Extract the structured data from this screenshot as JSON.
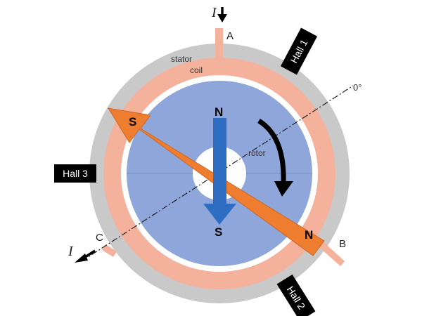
{
  "labels": {
    "stator": "stator",
    "coil": "coil",
    "rotor": "rotor",
    "angle": "0°",
    "current_in": "I",
    "current_out": "I",
    "terminal_a": "A",
    "terminal_b": "B",
    "terminal_c": "C",
    "hall1": "Hall 1",
    "hall2": "Hall 2",
    "hall3": "Hall 3",
    "stator_pole_s": "S",
    "stator_pole_n": "N",
    "rotor_pole_n": "N",
    "rotor_pole_s": "S"
  },
  "colors": {
    "stator": "#c9c9c9",
    "coil": "#f4b19c",
    "rotor": "#8ea6d9",
    "stator_field_arrow": "#ef7d2f",
    "rotor_field_arrow": "#2f6dc3",
    "hall_box": "#000000"
  },
  "icons": {
    "rotation": "curved-clockwise-arrow",
    "current": "straight-arrow"
  }
}
